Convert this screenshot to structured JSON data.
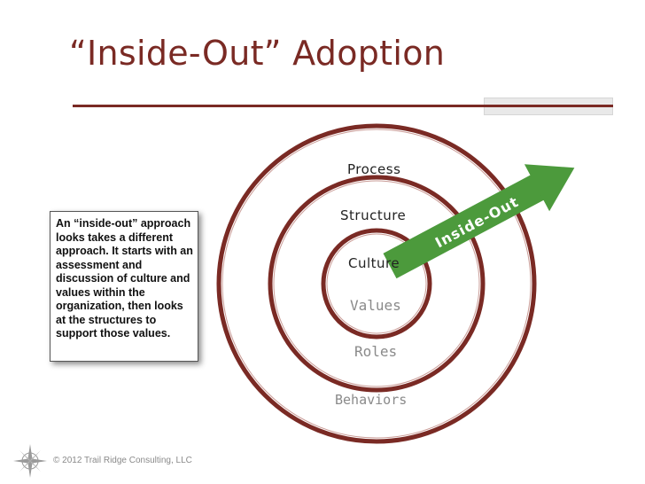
{
  "title": "“Inside-Out” Adoption",
  "callout": {
    "text": "An “inside-out” approach looks takes a different approach. It starts with an assessment and discussion of culture and values within the organization, then looks at the structures to support those values."
  },
  "diagram": {
    "rings": [
      "Process",
      "Structure",
      "Culture"
    ],
    "inner_labels": [
      "Values",
      "Roles",
      "Behaviors"
    ],
    "arrow_label": "Inside-Out",
    "colors": {
      "ring": "#7a2a24",
      "arrow": "#4c9a3c",
      "dark_label": "#222222",
      "light_label": "#8a8a8a"
    }
  },
  "footer": {
    "copyright": "© 2012 Trail Ridge Consulting, LLC"
  },
  "icons": [
    "compass-rose-icon"
  ]
}
